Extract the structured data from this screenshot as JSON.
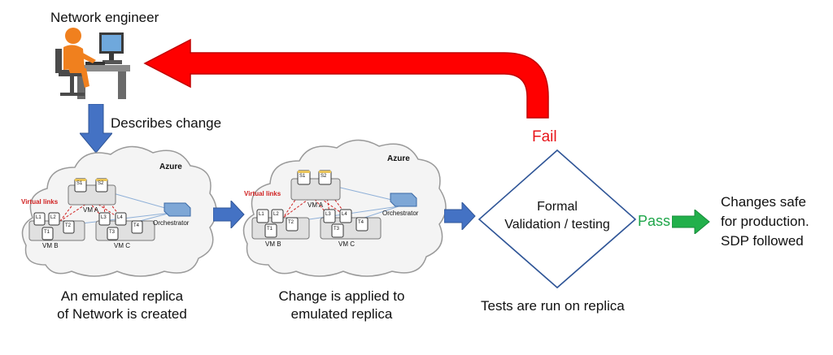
{
  "engineer": {
    "title": "Network engineer"
  },
  "step1": {
    "label": "Describes change"
  },
  "cloud1": {
    "provider": "Azure",
    "virtual_links": "Virtual links",
    "orchestrator": "Orchestrator",
    "vm_a": "VM A",
    "vm_b": "VM B",
    "vm_c": "VM C",
    "switches": [
      "S1",
      "S2",
      "L1",
      "L2",
      "L3",
      "L4",
      "T1",
      "T2",
      "T3",
      "T4"
    ],
    "caption_line1": "An emulated replica",
    "caption_line2": "of Network is created"
  },
  "cloud2": {
    "provider": "Azure",
    "virtual_links": "Virtual links",
    "orchestrator": "Orchestrator",
    "vm_a": "VM A",
    "vm_b": "VM B",
    "vm_c": "VM C",
    "switches": [
      "S1",
      "S2",
      "L1",
      "L2",
      "L3",
      "L4",
      "T1",
      "T2",
      "T3",
      "T4"
    ],
    "caption_line1": "Change is applied to",
    "caption_line2": "emulated replica"
  },
  "validation": {
    "line1": "Formal",
    "line2": "Validation / testing",
    "caption": "Tests are run on replica",
    "fail": "Fail",
    "pass": "Pass"
  },
  "result": {
    "line1": "Changes safe",
    "line2": "for production.",
    "line3": "SDP followed"
  },
  "colors": {
    "fail": "#e8141a",
    "pass": "#1fa64a",
    "arrow_blue": "#4472c4",
    "diamond": "#2f5597",
    "feedback_arrow": "#ff0000",
    "pass_arrow": "#22b04b"
  }
}
